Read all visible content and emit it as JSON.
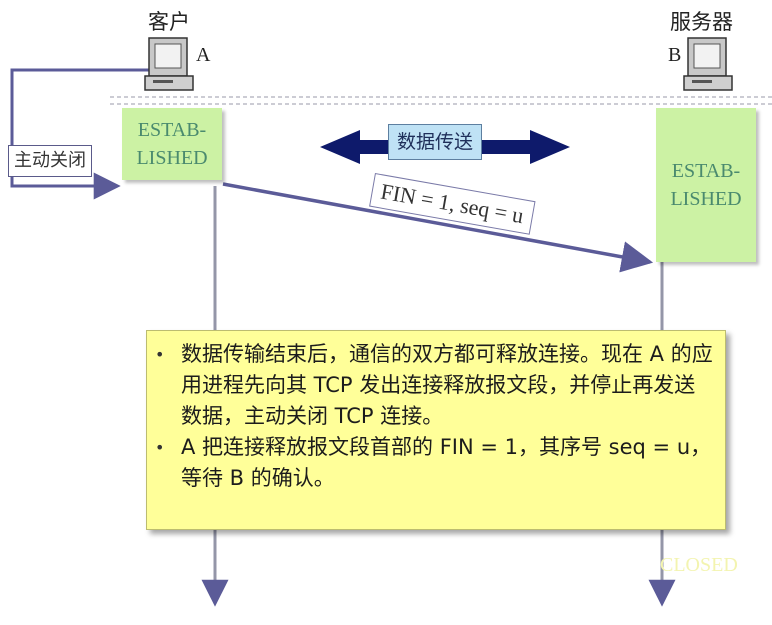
{
  "hosts": {
    "client": {
      "title": "客户",
      "letter": "A",
      "state": "ESTAB-\nLISHED"
    },
    "server": {
      "title": "服务器",
      "letter": "B",
      "state": "ESTAB-\nLISHED",
      "final_state": "CLOSED"
    }
  },
  "labels": {
    "active_close": "主动关闭",
    "data_transfer": "数据传送",
    "fin_segment": "FIN = 1, seq = u"
  },
  "note": {
    "items": [
      "数据传输结束后，通信的双方都可释放连接。现在 A 的应用进程先向其 TCP 发出连接释放报文段，并停止再发送数据，主动关闭 TCP 连接。",
      "A 把连接释放报文段首部的 FIN = 1，其序号 seq = u，等待 B 的确认。"
    ]
  },
  "icons": {
    "computer": "computer-icon",
    "bullet": "•"
  },
  "colors": {
    "state_fill": "#ccf2a4",
    "state_text": "#4a8a6e",
    "arrow": "#5b5b98",
    "double_arrow": "#0e1a6b",
    "note_fill": "#ffff99",
    "data_label_fill": "#bfe2f5",
    "closed_text": "#f3f4b0"
  }
}
